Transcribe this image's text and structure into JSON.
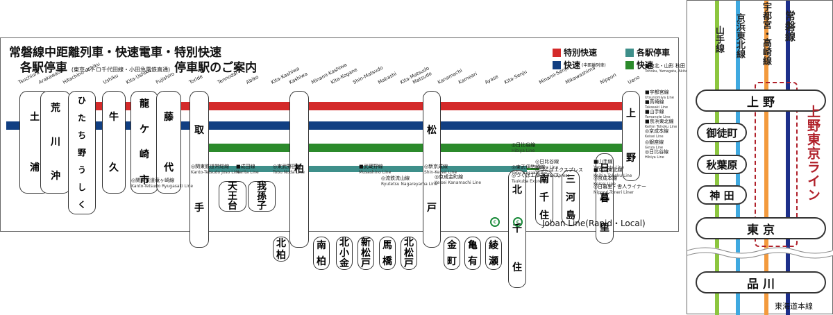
{
  "main": {
    "title1": "常磐線中距離列車・快速電車・特別快速",
    "title2a": "各駅停車",
    "title2b": "(東京メトロ千代田線・小田急電鉄直通)",
    "title2c": "停車駅のご案内",
    "legend": [
      {
        "label": "特別快速",
        "sub": "",
        "color": "#d42a2a"
      },
      {
        "label": "各駅停車",
        "sub": "",
        "color": "#3e8f8a"
      },
      {
        "label": "快速",
        "sub": "(中距離列車)",
        "color": "#113f82"
      },
      {
        "label": "快速",
        "sub": "",
        "color": "#2b8a2b"
      }
    ],
    "colors": {
      "special": "#d42a2a",
      "chuukyori": "#113f82",
      "rapid": "#2b8a2b",
      "local": "#3e8f8a"
    },
    "joban_label": "Joban Line(Rapid・Local)",
    "stations_upper": [
      {
        "roman": "Tsuchiura",
        "chars": [
          "土",
          "浦"
        ]
      },
      {
        "roman": "Arakawaoki",
        "chars": [
          "荒",
          "川",
          "沖"
        ]
      },
      {
        "roman": "Hitachino-Ushiku",
        "chars": [
          "ひ",
          "た",
          "ち",
          "野",
          "う",
          "し",
          "く"
        ]
      },
      {
        "roman": "Ushiku",
        "chars": [
          "牛",
          "久"
        ]
      },
      {
        "roman": "Kita-Ushiku",
        "chars": [
          "龍",
          "ケ",
          "崎",
          "市"
        ]
      },
      {
        "roman": "Fujishiro",
        "chars": [
          "藤",
          "代"
        ]
      },
      {
        "roman": "Toride",
        "chars": [
          "取",
          "手"
        ]
      },
      {
        "roman": "Tennodai",
        "chars": [
          "天",
          "王",
          "台"
        ]
      },
      {
        "roman": "Abiko",
        "chars": [
          "我",
          "孫",
          "子"
        ]
      },
      {
        "roman": "Kita-Kashiwa",
        "chars": [
          "北",
          "柏"
        ]
      },
      {
        "roman": "Kashiwa",
        "chars": [
          "柏"
        ]
      },
      {
        "roman": "Minami-Kashiwa",
        "chars": [
          "南",
          "柏"
        ]
      },
      {
        "roman": "Kita-Kogane",
        "chars": [
          "北",
          "小",
          "金"
        ]
      },
      {
        "roman": "Shin-Matsudo",
        "chars": [
          "新",
          "松",
          "戸"
        ]
      },
      {
        "roman": "Mabashi",
        "chars": [
          "馬",
          "橋"
        ]
      },
      {
        "roman": "Kita-Matsudo",
        "chars": [
          "北",
          "松",
          "戸"
        ]
      },
      {
        "roman": "Matsudo",
        "chars": [
          "松",
          "戸"
        ]
      },
      {
        "roman": "Kanamachi",
        "chars": [
          "金",
          "町"
        ]
      },
      {
        "roman": "Kameari",
        "chars": [
          "亀",
          "有"
        ]
      },
      {
        "roman": "Ayase",
        "chars": [
          "綾",
          "瀬"
        ]
      },
      {
        "roman": "Kita-Senju",
        "chars": [
          "北",
          "千",
          "住"
        ]
      },
      {
        "roman": "Minami-Senju",
        "chars": [
          "南",
          "千",
          "住"
        ]
      },
      {
        "roman": "Mikawashima",
        "chars": [
          "三",
          "河",
          "島"
        ]
      },
      {
        "roman": "Nippori",
        "chars": [
          "日",
          "暮",
          "里"
        ]
      },
      {
        "roman": "Ueno",
        "chars": [
          "上",
          "野"
        ]
      }
    ],
    "connections": [
      {
        "name": "◎関東鉄道竜ヶ崎線",
        "roman": "Kanto-Tetsudo Ryugasaki Line"
      },
      {
        "name": "◎関東鉄道常総線",
        "roman": "Kanto-Tetsudo Joso Line"
      },
      {
        "name": "■成田線",
        "roman": "Narita Line"
      },
      {
        "name": "◎東武野田線",
        "roman": "Tobu Noda Line"
      },
      {
        "name": "■武蔵野線",
        "roman": "Musashino Line"
      },
      {
        "name": "◎流鉄流山線",
        "roman": "Ryutetsu Nagareyama Line"
      },
      {
        "name": "◎新京成線",
        "roman": "Shin-Keisei Line"
      },
      {
        "name": "◎京成金町線",
        "roman": "Keisei Kanamachi Line"
      },
      {
        "name": "◎日比谷線",
        "roman": "Hibiya Line"
      },
      {
        "name": "◎東武伊勢崎線",
        "roman": "Tobu Isesaki Line"
      },
      {
        "name": "◎つくばエクスプレス",
        "roman": "Tsukuba Express"
      },
      {
        "name": "◎日比谷線",
        "roman": "Hibiya Line"
      },
      {
        "name": "◎つくばエクスプレス",
        "roman": "Tsukuba Express"
      },
      {
        "name": "■山手線",
        "roman": "Yamanote Line"
      },
      {
        "name": "■京浜東北線",
        "roman": "Keihin Tohoku Line"
      },
      {
        "name": "◎京成本線",
        "roman": "Keisei Line"
      },
      {
        "name": "◎日暮里・舎人ライナー",
        "roman": "Nippori-Toneri Liner"
      },
      {
        "name": "■東北・山形 秋田・上越 長野新幹線",
        "roman": "Tohoku, Yamagata, Akita, Joetsu, Nagano Shinkansen"
      },
      {
        "name": "■宇都宮線",
        "roman": "Utsunomiya Line"
      },
      {
        "name": "■高崎線",
        "roman": "Takasaki Line"
      },
      {
        "name": "■山手線",
        "roman": "Yamanote Line"
      },
      {
        "name": "■京浜東北線",
        "roman": "Keihin Tohoku Line"
      },
      {
        "name": "◎京成本線",
        "roman": "Keisei Line"
      },
      {
        "name": "◎銀座線",
        "roman": "Ginza Line"
      },
      {
        "name": "◎日比谷線",
        "roman": "Hibiya Line"
      }
    ],
    "icon_labels": [
      "C",
      "C"
    ]
  },
  "side": {
    "lines": [
      {
        "label": "山手線",
        "color": "#8cc63f"
      },
      {
        "label": "京浜東北線",
        "color": "#3fa9e0"
      },
      {
        "label": "宇都宮・高崎線",
        "color": "#f39a3d"
      },
      {
        "label": "常磐線",
        "color": "#1d2f8a"
      }
    ],
    "stations": [
      "上 野",
      "御徒町",
      "秋葉原",
      "神 田",
      "東 京",
      "品 川"
    ],
    "ueno_tokyo_line": "上野東京ライン",
    "tokaido": "東海道本線",
    "accent": "#b0202a"
  }
}
